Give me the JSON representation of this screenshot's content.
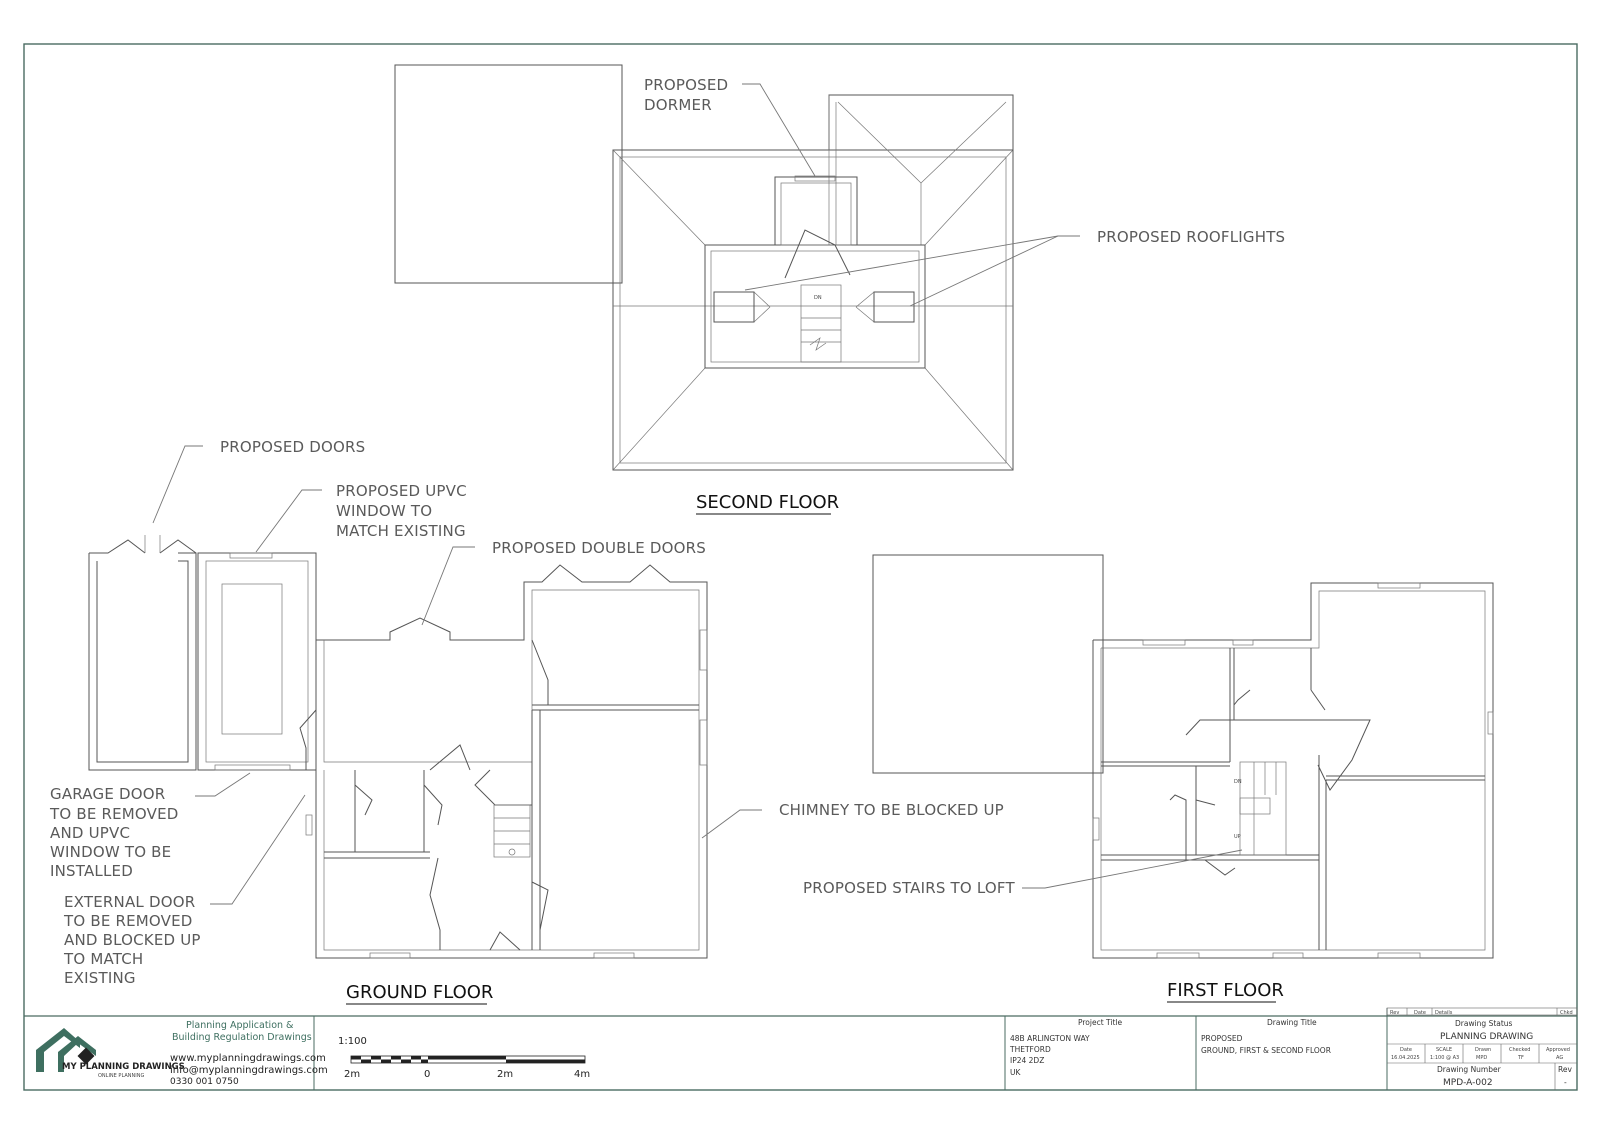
{
  "labels": {
    "proposed_dormer": [
      "PROPOSED",
      "DORMER"
    ],
    "proposed_rooflights": "PROPOSED ROOFLIGHTS",
    "second_floor": "SECOND FLOOR",
    "proposed_doors": "PROPOSED DOORS",
    "proposed_upvc": [
      "PROPOSED UPVC",
      "WINDOW TO",
      "MATCH EXISTING"
    ],
    "proposed_double_doors": "PROPOSED DOUBLE DOORS",
    "garage_door": [
      "GARAGE DOOR",
      "TO BE REMOVED",
      "AND UPVC",
      "WINDOW TO BE",
      "INSTALLED"
    ],
    "external_door": [
      "EXTERNAL DOOR",
      "TO BE REMOVED",
      "AND BLOCKED UP",
      "TO MATCH",
      "EXISTING"
    ],
    "chimney": "CHIMNEY TO BE BLOCKED UP",
    "stairs_to_loft": "PROPOSED STAIRS TO LOFT",
    "ground_floor": "GROUND FLOOR",
    "first_floor": "FIRST FLOOR",
    "stair_dn": "DN",
    "stair_up": "UP"
  },
  "title_block": {
    "logo_text": "MY PLANNING DRAWINGS",
    "logo_sub": "ONLINE PLANNING",
    "tagline": [
      "Planning Application &",
      "Building Regulation Drawings"
    ],
    "website": "www.myplanningdrawings.com",
    "email": "info@myplanningdrawings.com",
    "phone": "0330 001 0750",
    "scale_label": "1:100",
    "scale_ticks": [
      "2m",
      "0",
      "2m",
      "4m"
    ],
    "project_title_header": "Project Title",
    "project_address": [
      "48B ARLINGTON WAY",
      "THETFORD",
      "IP24 2DZ",
      "UK"
    ],
    "drawing_title_header": "Drawing Title",
    "drawing_title": [
      "PROPOSED",
      "GROUND, FIRST & SECOND FLOOR"
    ],
    "rev_headers": [
      "Rev",
      "Date",
      "Details",
      "Chkd"
    ],
    "drawing_status_header": "Drawing Status",
    "drawing_status": "PLANNING DRAWING",
    "meta_headers": [
      "Date",
      "SCALE",
      "Drawn",
      "Checked",
      "Approved"
    ],
    "meta_values": [
      "16.04.2025",
      "1:100 @ A3",
      "MPD",
      "TF",
      "AG"
    ],
    "drawing_number_header": "Drawing Number",
    "drawing_number": "MPD-A-002",
    "rev_header": "Rev",
    "rev_value": "-"
  },
  "colors": {
    "brand": "#3e6f60",
    "line": "#555555",
    "border": "#4a6b62"
  }
}
